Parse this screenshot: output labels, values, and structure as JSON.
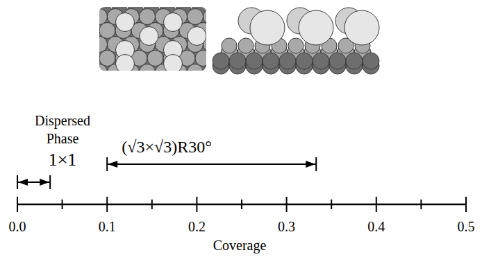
{
  "diagram": {
    "labels": [
      "Dispersed Phase",
      "1×1",
      "(√3×√3)R30°",
      "0.0",
      "0.1",
      "0.2",
      "0.3",
      "0.4",
      "0.5",
      "Coverage"
    ]
  }
}
